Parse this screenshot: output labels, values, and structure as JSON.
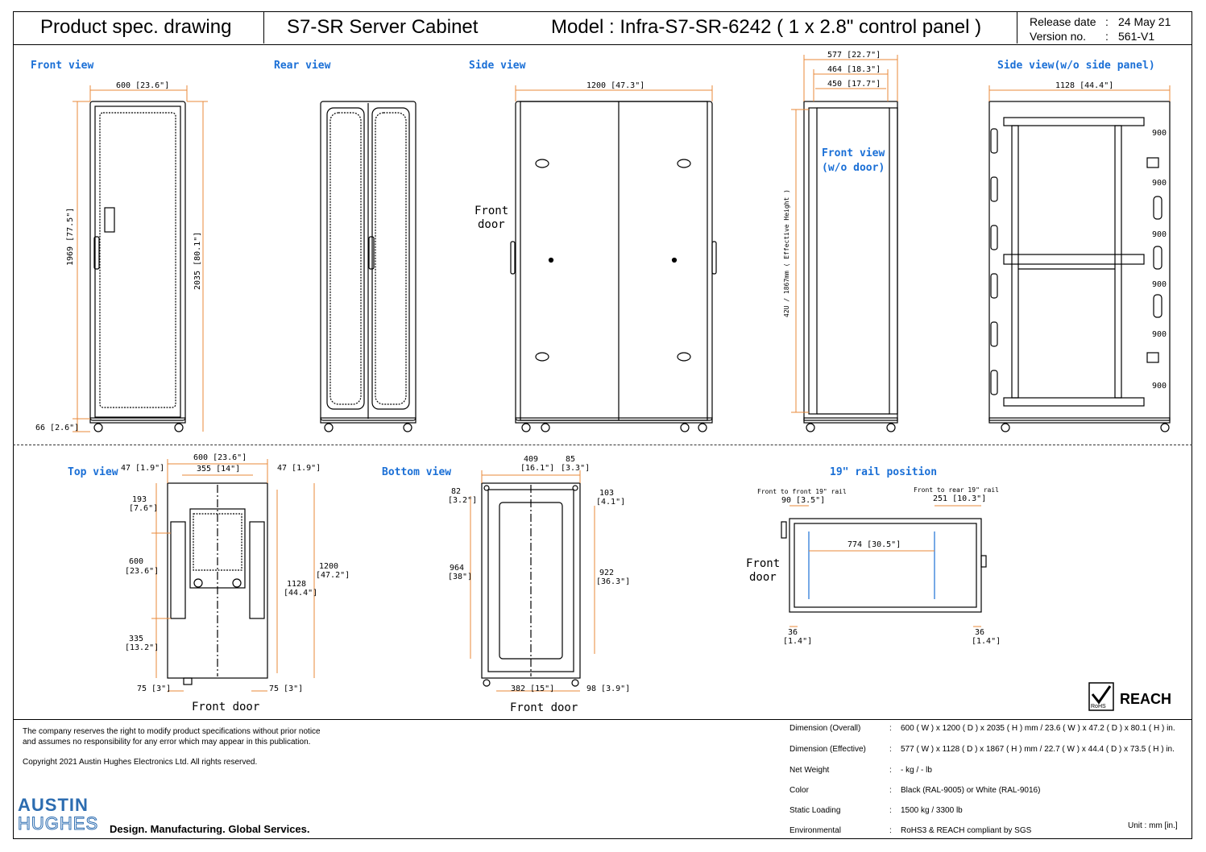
{
  "header": {
    "doc_type": "Product spec. drawing",
    "product": "S7-SR Server Cabinet",
    "model": "Model : Infra-S7-SR-6242   ( 1 x 2.8\" control panel )",
    "release_label": "Release date",
    "release_value": "24 May 21",
    "version_label": "Version no.",
    "version_value": "561-V1",
    "colon": ":"
  },
  "views": {
    "front": "Front view",
    "rear": "Rear view",
    "side": "Side view",
    "side_no_panel": "Side view(w/o side panel)",
    "front_no_door": "Front view",
    "front_no_door_sub": "(w/o door)",
    "top": "Top view",
    "bottom": "Bottom view",
    "rail": "19\" rail position"
  },
  "labels": {
    "front_door_a": "Front",
    "front_door_b": "door",
    "front_door": "Front door",
    "front_to_front": "Front to front 19\" rail",
    "front_to_rear": "Front to rear 19\" rail"
  },
  "dims": {
    "front_width": "600 [23.6\"]",
    "front_h1": "1969 [77.5\"]",
    "front_h2": "2035 [80.1\"]",
    "front_base": "66 [2.6\"]",
    "side_depth": "1200 [47.3\"]",
    "fw_577": "577 [22.7\"]",
    "fw_464": "464 [18.3\"]",
    "fw_450": "450 [17.7\"]",
    "fw_eff": "42U / 1867mm ( Effective Height )",
    "snp_depth": "1128 [44.4\"]",
    "u_marks": [
      "900",
      "900",
      "900",
      "900",
      "900",
      "900"
    ],
    "top_600": "600 [23.6\"]",
    "top_355": "355 [14\"]",
    "top_47a": "47 [1.9\"]",
    "top_47b": "47 [1.9\"]",
    "top_193a": "193",
    "top_193b": "[7.6\"]",
    "top_600a": "600",
    "top_600b": "[23.6\"]",
    "top_335a": "335",
    "top_335b": "[13.2\"]",
    "top_1200a": "1200",
    "top_1200b": "[47.2\"]",
    "top_1128a": "1128",
    "top_1128b": "[44.4\"]",
    "top_75a": "75 [3\"]",
    "top_75b": "75 [3\"]",
    "bot_409a": "409",
    "bot_409b": "[16.1\"]",
    "bot_85a": "85",
    "bot_85b": "[3.3\"]",
    "bot_82a": "82",
    "bot_82b": "[3.2\"]",
    "bot_103a": "103",
    "bot_103b": "[4.1\"]",
    "bot_964a": "964",
    "bot_964b": "[38\"]",
    "bot_922a": "922",
    "bot_922b": "[36.3\"]",
    "bot_382": "382 [15\"]",
    "bot_98": "98 [3.9\"]",
    "rail_90": "90 [3.5\"]",
    "rail_251": "251 [10.3\"]",
    "rail_774": "774 [30.5\"]",
    "rail_36a": "36",
    "rail_36b": "[1.4\"]",
    "rail_36c": "36",
    "rail_36d": "[1.4\"]"
  },
  "footer": {
    "disclaimer1": "The company reserves the right to modify product specifications without prior notice",
    "disclaimer2": "and assumes no responsibility for any error which may appear in this publication.",
    "copyright": "Copyright 2021 Austin Hughes Electronics Ltd. All rights reserved.",
    "logo_top": "AUSTIN",
    "logo_bottom": "HUGHES",
    "tagline": "Design. Manufacturing. Global Services.",
    "unit": "Unit : mm [in.]",
    "reach": "REACH",
    "rohs": "RoHS",
    "specs": [
      {
        "label": "Dimension (Overall)",
        "value": "600 ( W ) x 1200 ( D ) x 2035 ( H ) mm / 23.6 ( W ) x 47.2 ( D ) x 80.1 ( H ) in."
      },
      {
        "label": "Dimension (Effective)",
        "value": "577 ( W ) x 1128 ( D ) x 1867 ( H ) mm / 22.7 ( W ) x 44.4 ( D ) x 73.5 ( H ) in."
      },
      {
        "label": "Net Weight",
        "value": "- kg / - lb"
      },
      {
        "label": "Color",
        "value": "Black (RAL-9005) or White (RAL-9016)"
      },
      {
        "label": "Static Loading",
        "value": "1500 kg / 3300 lb"
      },
      {
        "label": "Environmental",
        "value": "RoHS3 & REACH compliant by SGS"
      }
    ]
  },
  "colors": {
    "accent": "#1a6fd6",
    "dimension": "#e8893a",
    "line": "#000000"
  }
}
